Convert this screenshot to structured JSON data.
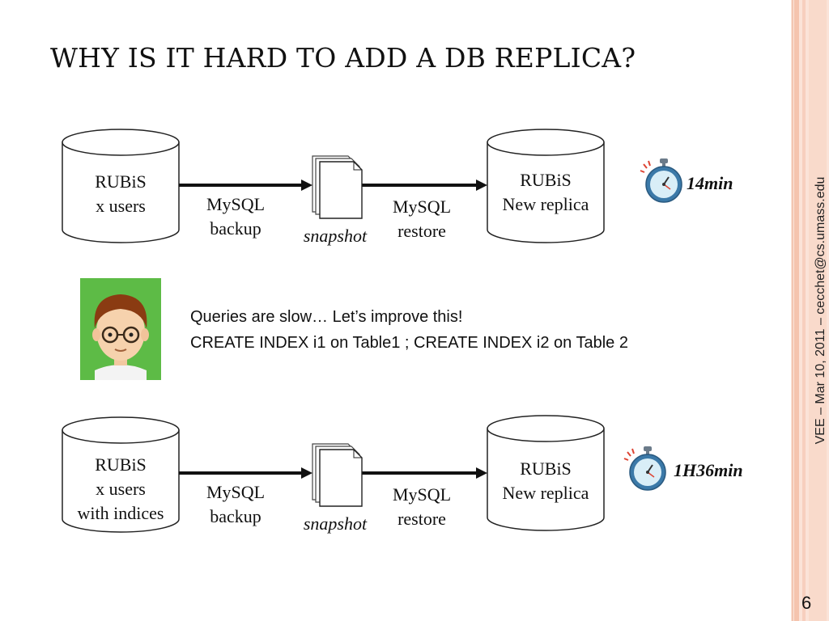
{
  "slide": {
    "title": "WHY IS IT HARD TO ADD A DB REPLICA?",
    "side_text": "VEE – Mar 10, 2011 – cecchet@cs.umass.edu",
    "page_number": "6"
  },
  "top_row": {
    "source_db": [
      "RUBiS",
      "x users"
    ],
    "backup_label": [
      "MySQL",
      "backup"
    ],
    "snapshot_label": "snapshot",
    "restore_label": [
      "MySQL",
      "restore"
    ],
    "target_db": [
      "RUBiS",
      "New replica"
    ],
    "time": "14min"
  },
  "note": {
    "line1": "Queries are slow… Let’s improve this!",
    "line2": "CREATE INDEX i1 on Table1 ; CREATE INDEX i2 on Table 2"
  },
  "bottom_row": {
    "source_db": [
      "RUBiS",
      "x users",
      "with indices"
    ],
    "backup_label": [
      "MySQL",
      "backup"
    ],
    "snapshot_label": "snapshot",
    "restore_label": [
      "MySQL",
      "restore"
    ],
    "target_db": [
      "RUBiS",
      "New replica"
    ],
    "time": "1H36min"
  },
  "colors": {
    "stripe_outer": "#f6c9b6",
    "stripe_inner": "#f9dccf",
    "avatar_bg": "#5dbb46"
  },
  "icons": [
    "stopwatch-icon",
    "avatar-icon",
    "document-stack-icon",
    "database-icon"
  ]
}
